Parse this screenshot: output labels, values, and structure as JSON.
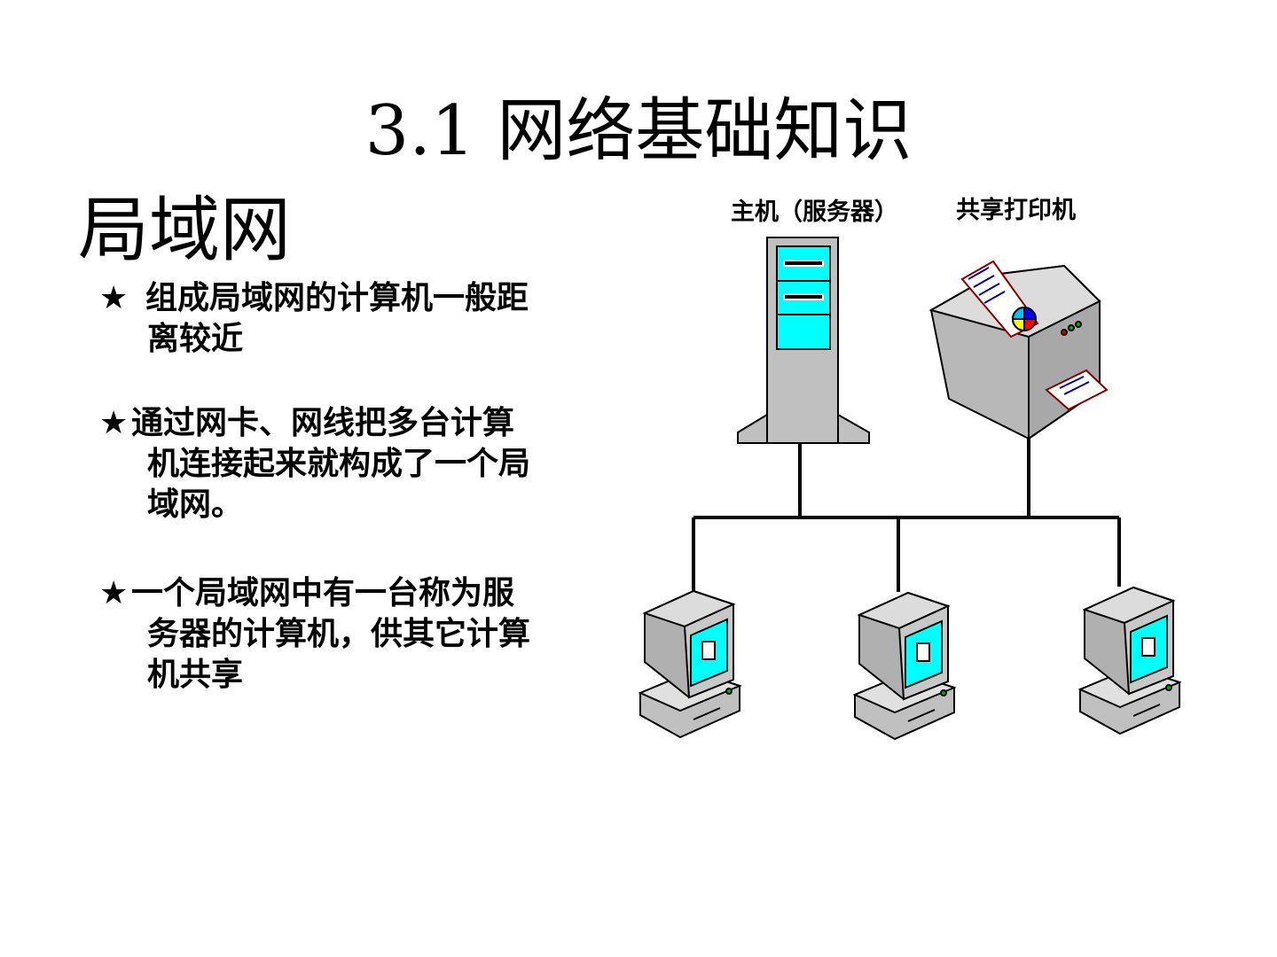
{
  "title": "3.1 网络基础知识",
  "subtitle": "局域网",
  "bullets": [
    {
      "star": "★",
      "lines": [
        "组成局域网的计算机一般距",
        "离较近"
      ]
    },
    {
      "star": "★",
      "lines": [
        "通过网卡、网线把多台计算",
        "机连接起来就构成了一个局",
        "域网。"
      ]
    },
    {
      "star": "★",
      "lines": [
        "一个局域网中有一台称为服",
        "务器的计算机，供其它计算",
        "机共享"
      ]
    }
  ],
  "diagram": {
    "server_label": "主机（服务器）",
    "printer_label": "共享打印机",
    "colors": {
      "screen": "#00ffff",
      "case": "#c0c0c0",
      "line": "#000000"
    }
  }
}
